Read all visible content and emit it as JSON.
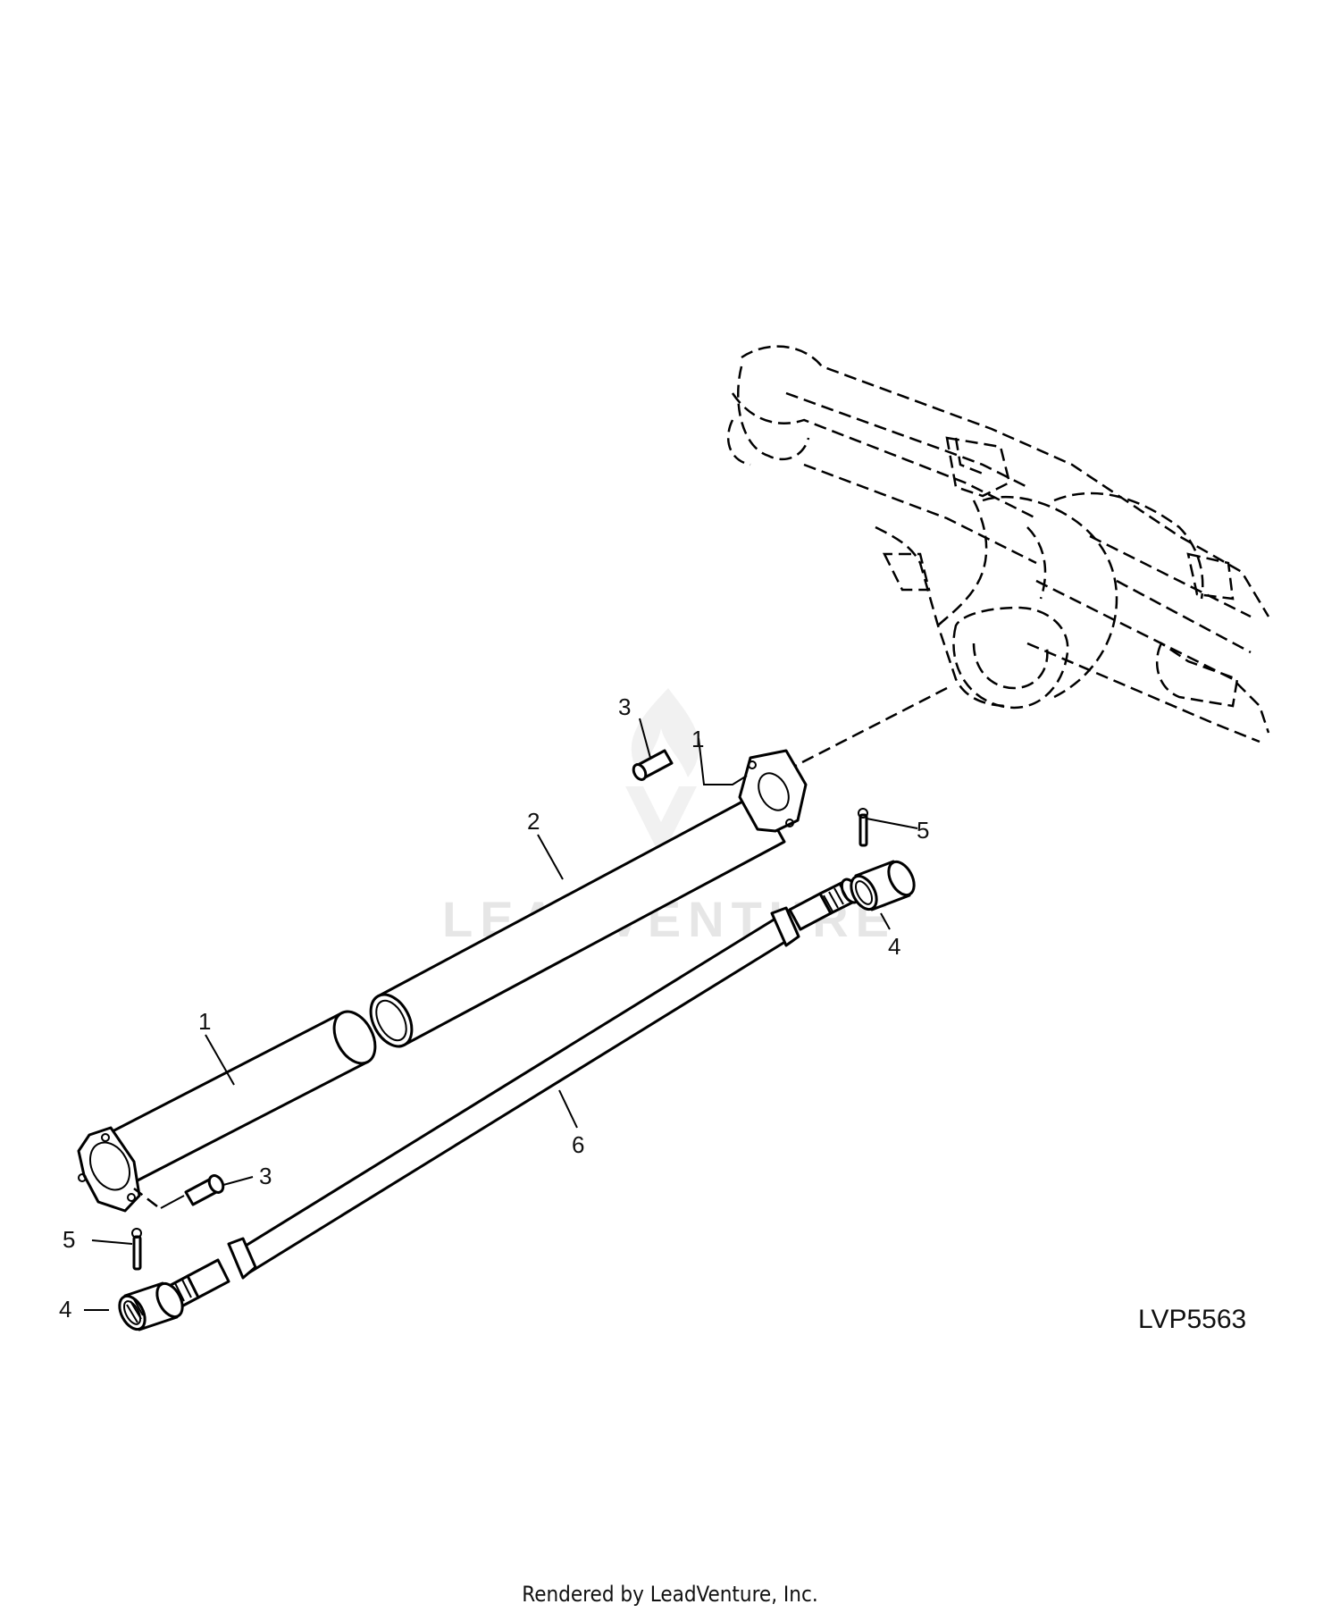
{
  "figure_id": "LVP5563",
  "watermark": "LEADVENTURE",
  "footer": "Rendered by LeadVenture, Inc.",
  "callouts": {
    "tube_left": "1",
    "tube_right_ref": "1",
    "tube_right": "2",
    "capscrew_top": "3",
    "capscrew_bottom": "3",
    "bushing_right": "4",
    "bushing_left": "4",
    "pin_right": "5",
    "pin_left": "5",
    "shaft": "6"
  }
}
